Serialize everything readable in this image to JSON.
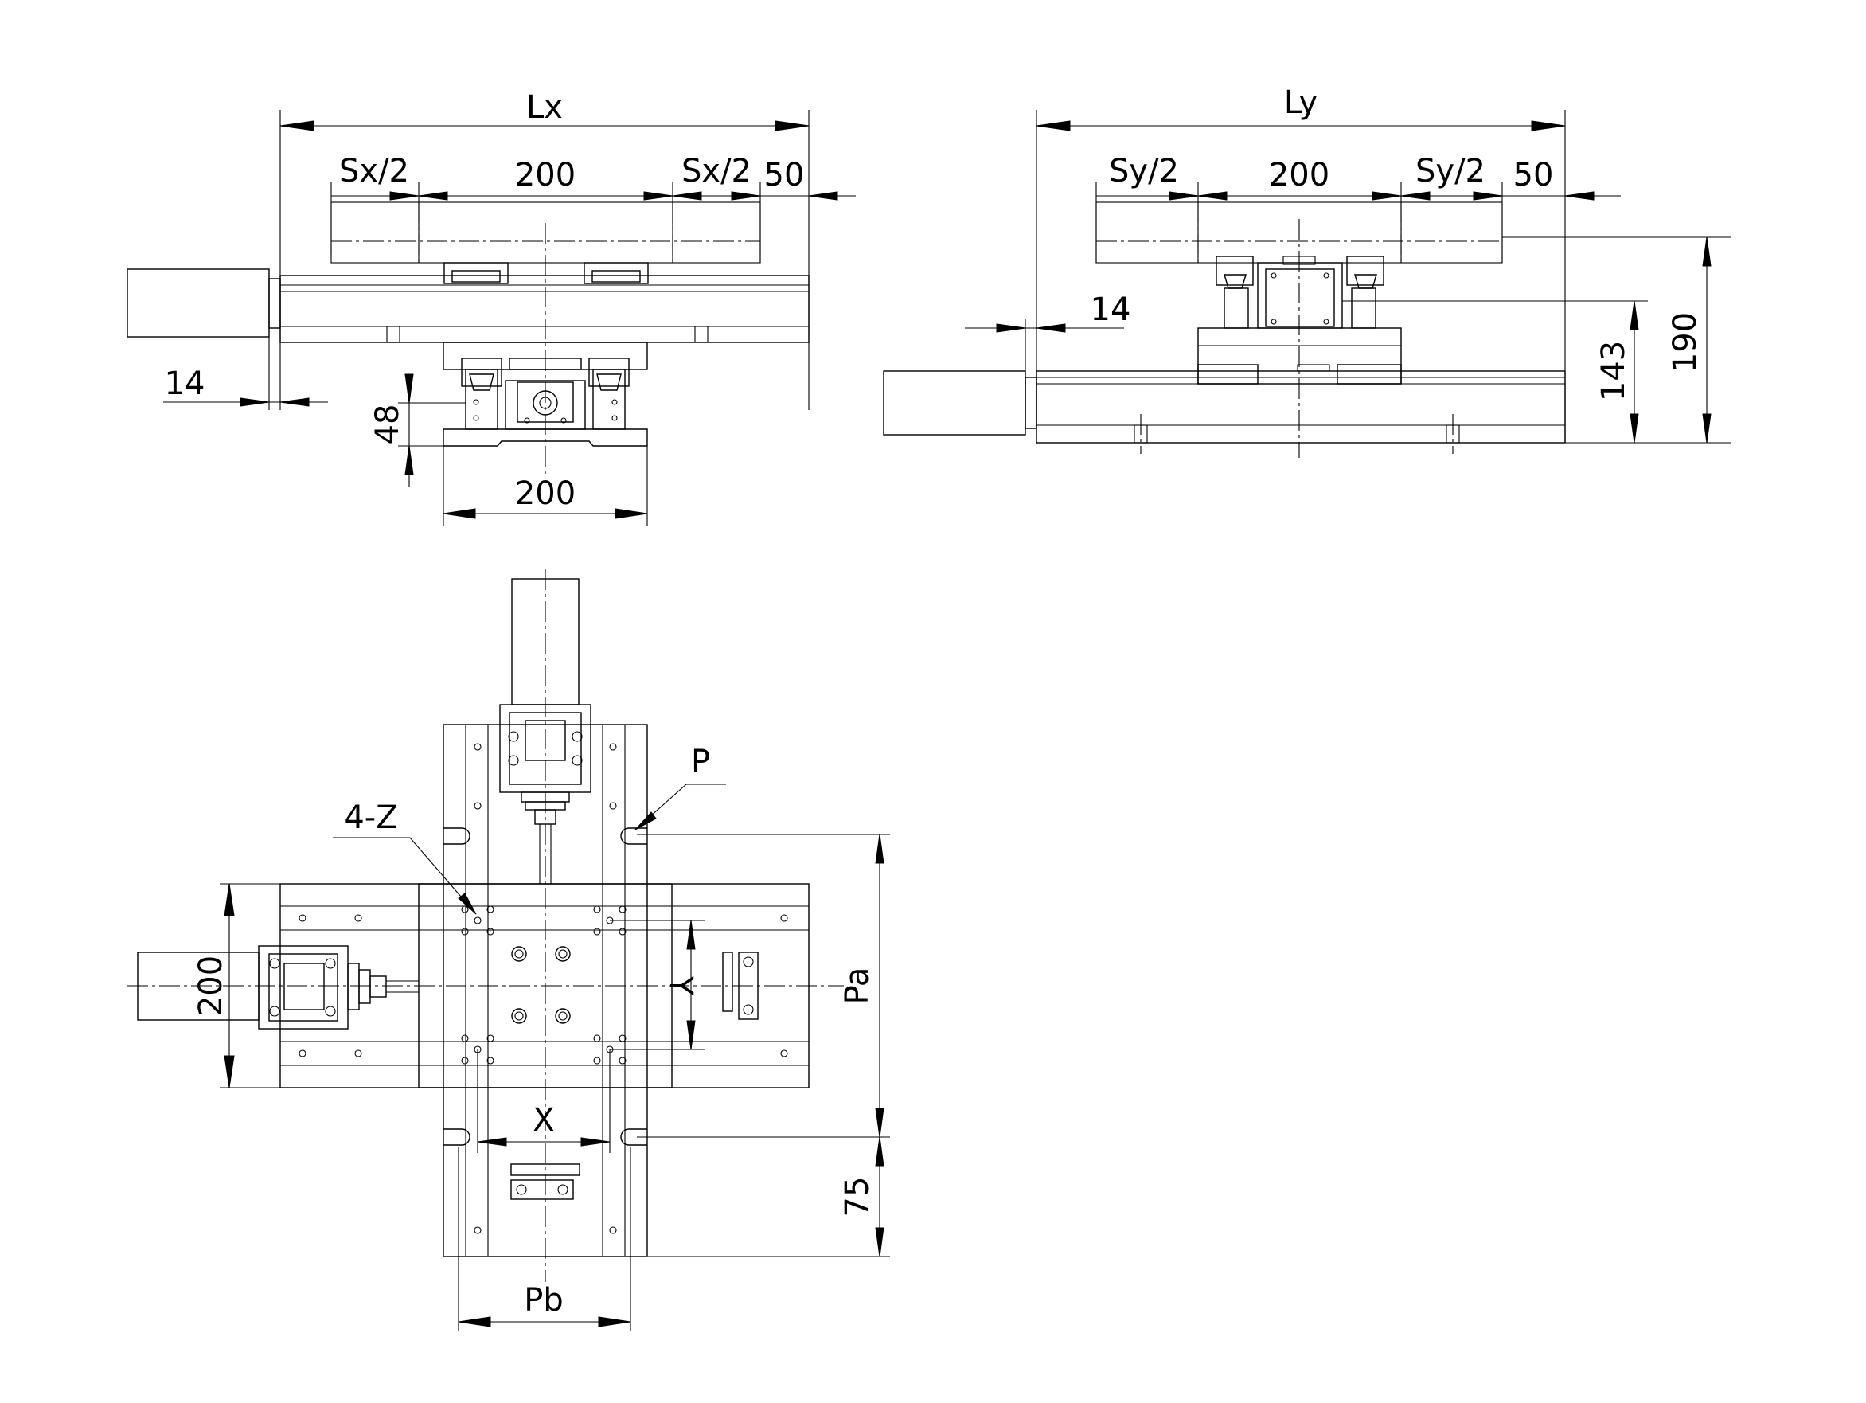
{
  "labels": {
    "lx": "Lx",
    "ly": "Ly",
    "sx_half": "Sx/2",
    "sy_half": "Sy/2",
    "dim_200": "200",
    "dim_50": "50",
    "dim_14": "14",
    "dim_48": "48",
    "dim_143": "143",
    "dim_190": "190",
    "dim_75": "75",
    "p": "P",
    "pa": "Pa",
    "pb": "Pb",
    "x": "X",
    "y": "Y",
    "four_z": "4-Z"
  }
}
